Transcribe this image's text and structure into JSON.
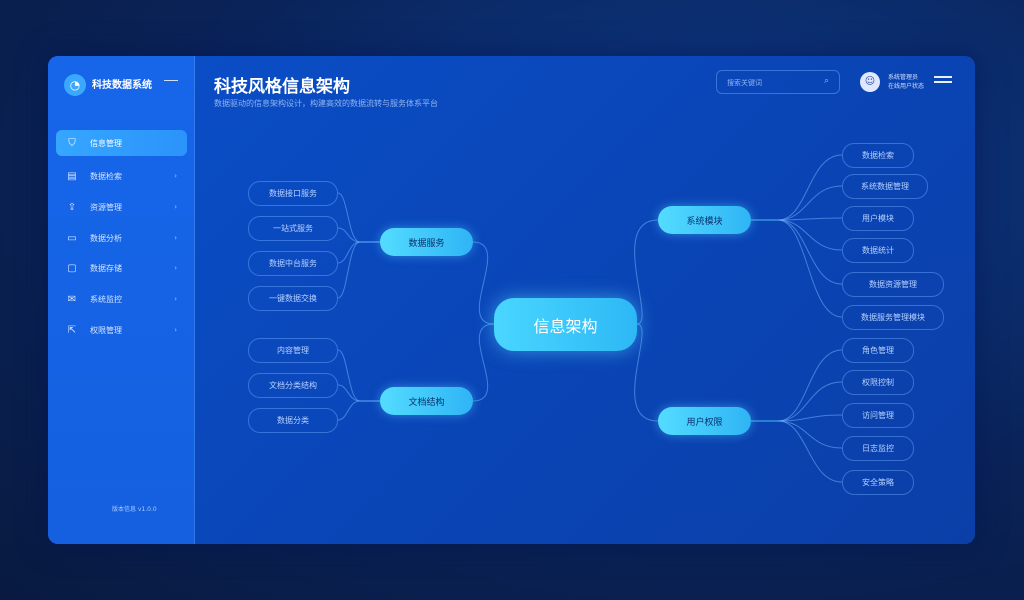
{
  "sidebar": {
    "brand": "科技数据系统",
    "items": [
      {
        "label": "信息管理",
        "icon": "shield-icon",
        "active": true
      },
      {
        "label": "数据检索",
        "icon": "document-icon"
      },
      {
        "label": "资源管理",
        "icon": "upload-icon"
      },
      {
        "label": "数据分析",
        "icon": "monitor-icon"
      },
      {
        "label": "数据存储",
        "icon": "window-icon"
      },
      {
        "label": "系统监控",
        "icon": "mail-icon"
      },
      {
        "label": "权限管理",
        "icon": "export-icon"
      }
    ],
    "footer": "版本信息 v1.0.0"
  },
  "header": {
    "title": "科技风格信息架构",
    "subtitle": "数据驱动的信息架构设计，构建高效的数据流转与服务体系平台",
    "search_placeholder": "搜索关键词",
    "user_line1": "系统管理员",
    "user_line2": "在线用户状态"
  },
  "mindmap": {
    "center": "信息架构",
    "left": [
      {
        "label": "数据服务",
        "leaves": [
          "数据接口服务",
          "一站式服务",
          "数据中台服务",
          "一键数据交换"
        ]
      },
      {
        "label": "文档结构",
        "leaves": [
          "内容管理",
          "文档分类结构",
          "数据分类"
        ]
      }
    ],
    "right": [
      {
        "label": "系统模块",
        "leaves": [
          "数据检索",
          "系统数据管理",
          "用户模块",
          "数据统计",
          "数据资源管理",
          "数据服务管理模块"
        ]
      },
      {
        "label": "用户权限",
        "leaves": [
          "角色管理",
          "权限控制",
          "访问管理",
          "日志监控",
          "安全策略"
        ]
      }
    ]
  },
  "colors": {
    "accent": "#3ec8ff",
    "panel": "#0a46b8",
    "sidebar": "#1766ea"
  }
}
